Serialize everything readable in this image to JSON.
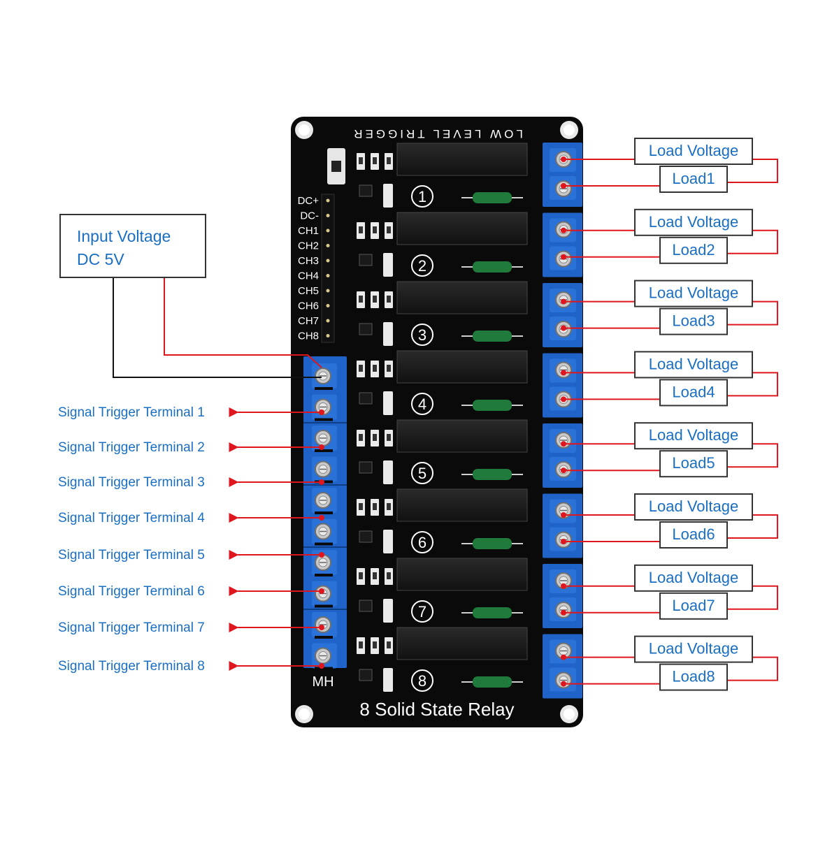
{
  "board": {
    "header_text": "LOW LEVEL TRIGGER",
    "footer_text": "8 Solid State Relay",
    "pin_labels": [
      "DC+",
      "DC-",
      "CH1",
      "CH2",
      "CH3",
      "CH4",
      "CH5",
      "CH6",
      "CH7",
      "CH8"
    ],
    "channel_numbers": [
      "1",
      "2",
      "3",
      "4",
      "5",
      "6",
      "7",
      "8"
    ],
    "mh_label": "MH"
  },
  "input_callout": {
    "line1": "Input Voltage",
    "line2": "DC 5V"
  },
  "signal_labels": [
    "Signal Trigger Terminal 1",
    "Signal Trigger Terminal 2",
    "Signal Trigger Terminal 3",
    "Signal Trigger Terminal 4",
    "Signal Trigger Terminal 5",
    "Signal Trigger Terminal 6",
    "Signal Trigger Terminal 7",
    "Signal Trigger Terminal 8"
  ],
  "load_callouts": [
    {
      "voltage": "Load Voltage",
      "load": "Load1"
    },
    {
      "voltage": "Load Voltage",
      "load": "Load2"
    },
    {
      "voltage": "Load Voltage",
      "load": "Load3"
    },
    {
      "voltage": "Load Voltage",
      "load": "Load4"
    },
    {
      "voltage": "Load Voltage",
      "load": "Load5"
    },
    {
      "voltage": "Load Voltage",
      "load": "Load6"
    },
    {
      "voltage": "Load Voltage",
      "load": "Load7"
    },
    {
      "voltage": "Load Voltage",
      "load": "Load8"
    }
  ],
  "colors": {
    "label_blue": "#1a6fc4",
    "wire_red": "#e0161e",
    "terminal_blue": "#1f63c9",
    "pcb_black": "#0a0a0a"
  }
}
